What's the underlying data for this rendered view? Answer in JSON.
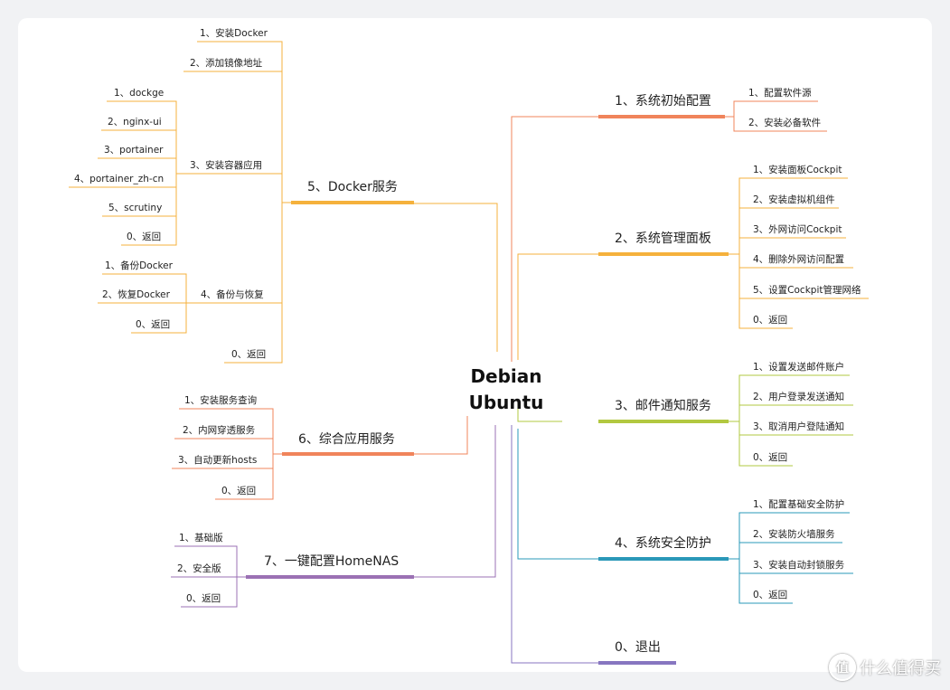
{
  "root": {
    "line1": "Debian",
    "line2": "Ubuntu"
  },
  "colors": {
    "orange": "#f0845b",
    "amber": "#f5b13c",
    "green": "#b2c840",
    "teal": "#2a98b8",
    "purple": "#9b71b4",
    "exit": "#8776c0"
  },
  "branches": {
    "b1": {
      "label": "1、系统初始配置",
      "children": [
        "1、配置软件源",
        "2、安装必备软件"
      ]
    },
    "b2": {
      "label": "2、系统管理面板",
      "children": [
        "1、安装面板Cockpit",
        "2、安装虚拟机组件",
        "3、外网访问Cockpit",
        "4、删除外网访问配置",
        "5、设置Cockpit管理网络",
        "0、返回"
      ]
    },
    "b3": {
      "label": "3、邮件通知服务",
      "children": [
        "1、设置发送邮件账户",
        "2、用户登录发送通知",
        "3、取消用户登陆通知",
        "0、返回"
      ]
    },
    "b4": {
      "label": "4、系统安全防护",
      "children": [
        "1、配置基础安全防护",
        "2、安装防火墙服务",
        "3、安装自动封锁服务",
        "0、返回"
      ]
    },
    "b0": {
      "label": "0、退出"
    },
    "b5": {
      "label": "5、Docker服务",
      "children": [
        "1、安装Docker",
        "2、添加镜像地址",
        "3、安装容器应用",
        "4、备份与恢复",
        "0、返回"
      ],
      "apps": [
        "1、dockge",
        "2、nginx-ui",
        "3、portainer",
        "4、portainer_zh-cn",
        "5、scrutiny",
        "0、返回"
      ],
      "backup": [
        "1、备份Docker",
        "2、恢复Docker",
        "0、返回"
      ]
    },
    "b6": {
      "label": "6、综合应用服务",
      "children": [
        "1、安装服务查询",
        "2、内网穿透服务",
        "3、自动更新hosts",
        "0、返回"
      ]
    },
    "b7": {
      "label": "7、一键配置HomeNAS",
      "children": [
        "1、基础版",
        "2、安全版",
        "0、返回"
      ]
    }
  },
  "watermark": {
    "badge": "值",
    "text": "什么值得买"
  }
}
